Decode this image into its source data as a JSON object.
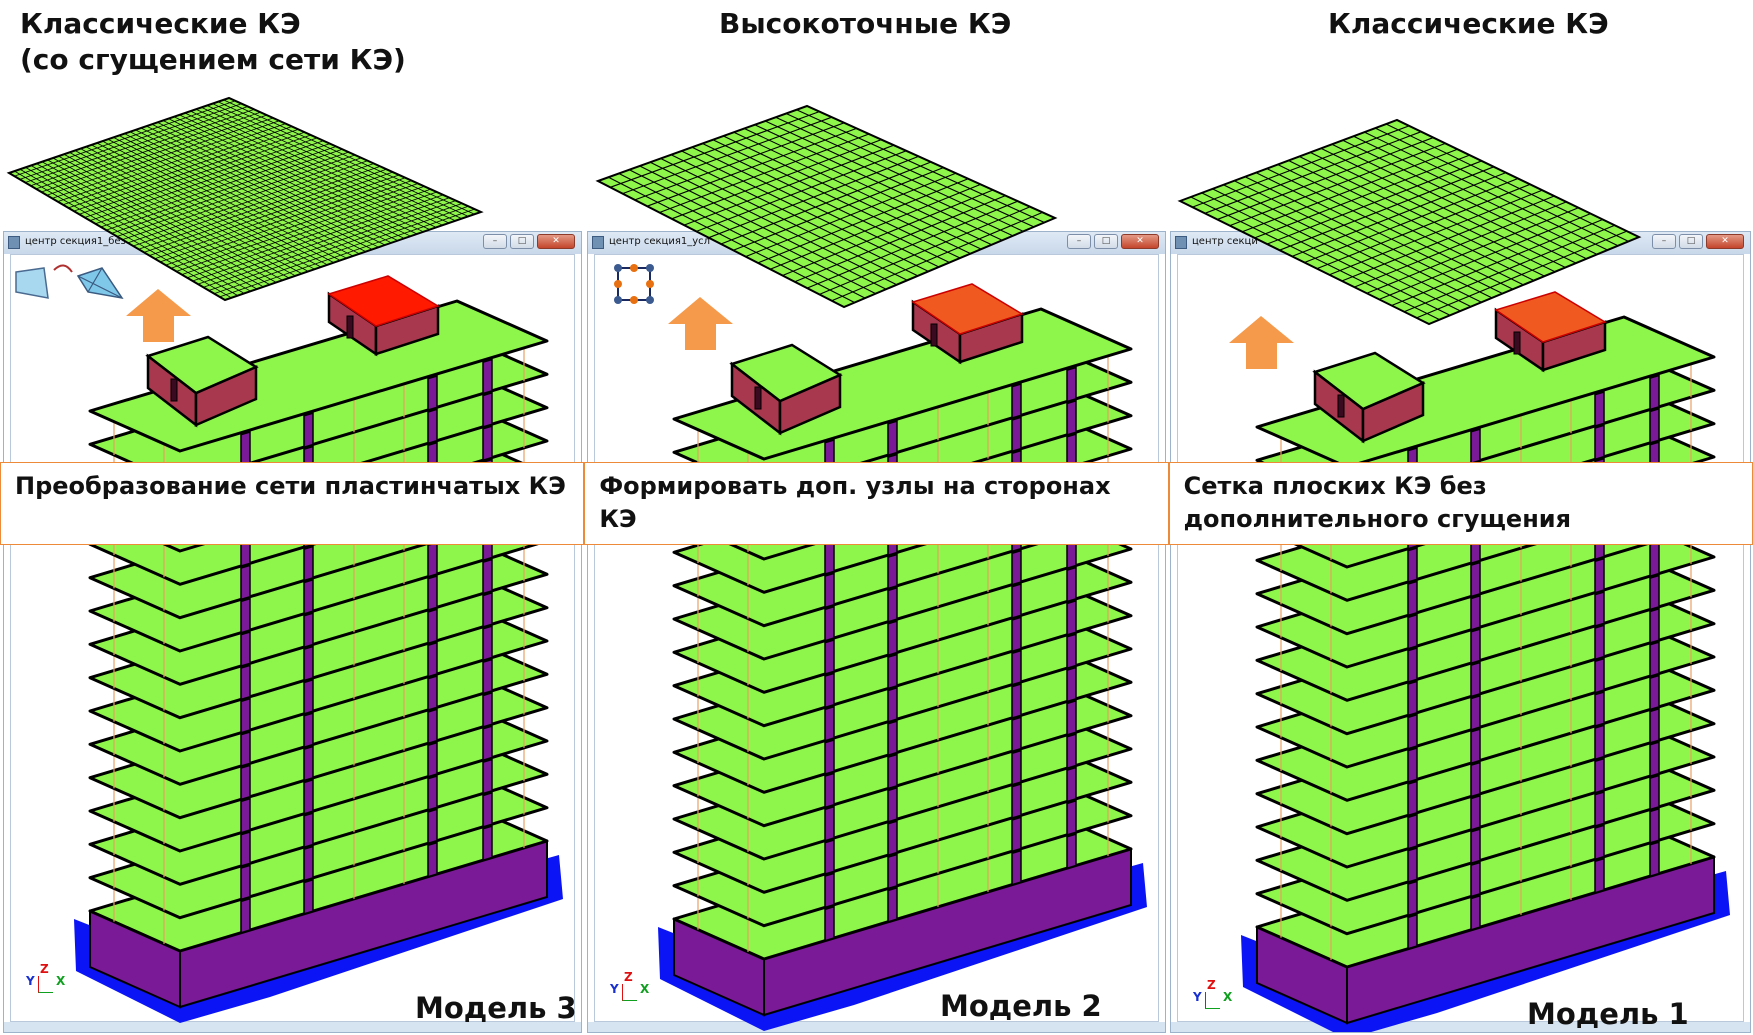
{
  "headings": {
    "left_line1": "Классические КЭ",
    "left_line2": "(со сгущением сети КЭ)",
    "center": "Высокоточные КЭ",
    "right": "Классические КЭ"
  },
  "windows": [
    {
      "title": "центр секция1_без",
      "model_label": "Модель 3",
      "option_label": "Преобразование сети пластинчатых КЭ",
      "mesh_divisions": 40,
      "icon": "mesh-transform-icon"
    },
    {
      "title": "центр секция1_усл",
      "model_label": "Модель 2",
      "option_label": "Формировать доп. узлы на сторонах КЭ",
      "mesh_divisions": 20,
      "icon": "midside-nodes-icon"
    },
    {
      "title": "центр секци",
      "model_label": "Модель 1",
      "option_label": "Сетка плоских КЭ без дополнительного сгущения",
      "mesh_divisions": 20,
      "icon": null
    }
  ],
  "window_controls": {
    "minimize": "–",
    "maximize": "□",
    "close": "✕"
  },
  "axes": {
    "x": "X",
    "y": "Y",
    "z": "Z"
  },
  "colors": {
    "slab": "#8ef54a",
    "wall": "#7a1a96",
    "foundation": "#0a14f5",
    "roof_box": "#a8384e",
    "roof_red": "#ff1a00",
    "arrow": "#f5994a",
    "band_border": "#ec8a3a"
  }
}
